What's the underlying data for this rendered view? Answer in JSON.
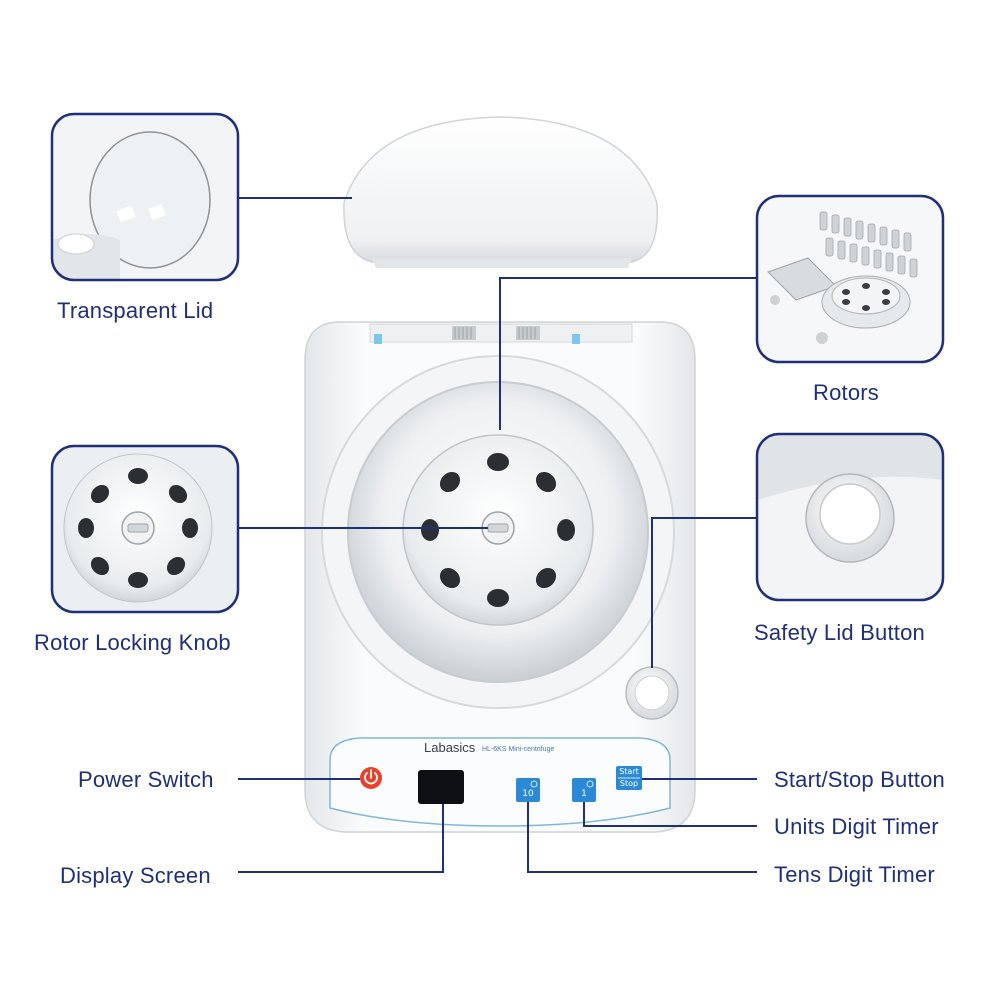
{
  "labels": {
    "transparent_lid": "Transparent Lid",
    "rotors": "Rotors",
    "rotor_locking_knob": "Rotor Locking Knob",
    "safety_lid_button": "Safety Lid Button",
    "power_switch": "Power Switch",
    "display_screen": "Display Screen",
    "start_stop_button": "Start/Stop Button",
    "units_digit_timer": "Units Digit Timer",
    "tens_digit_timer": "Tens Digit Timer"
  },
  "device": {
    "brand": "Labasics",
    "model": "HL-6KS Mini-centrifuge",
    "tens_button": "10",
    "units_button": "1",
    "start_label": "Start",
    "stop_label": "Stop"
  },
  "colors": {
    "callout": "#1f2f7a",
    "label_text": "#1f2f7a",
    "panel_blue": "#2a8ad6",
    "power_red": "#e8412c",
    "panel_border": "#7fb6e0"
  },
  "icons": [
    "power-icon",
    "timer-icon"
  ]
}
